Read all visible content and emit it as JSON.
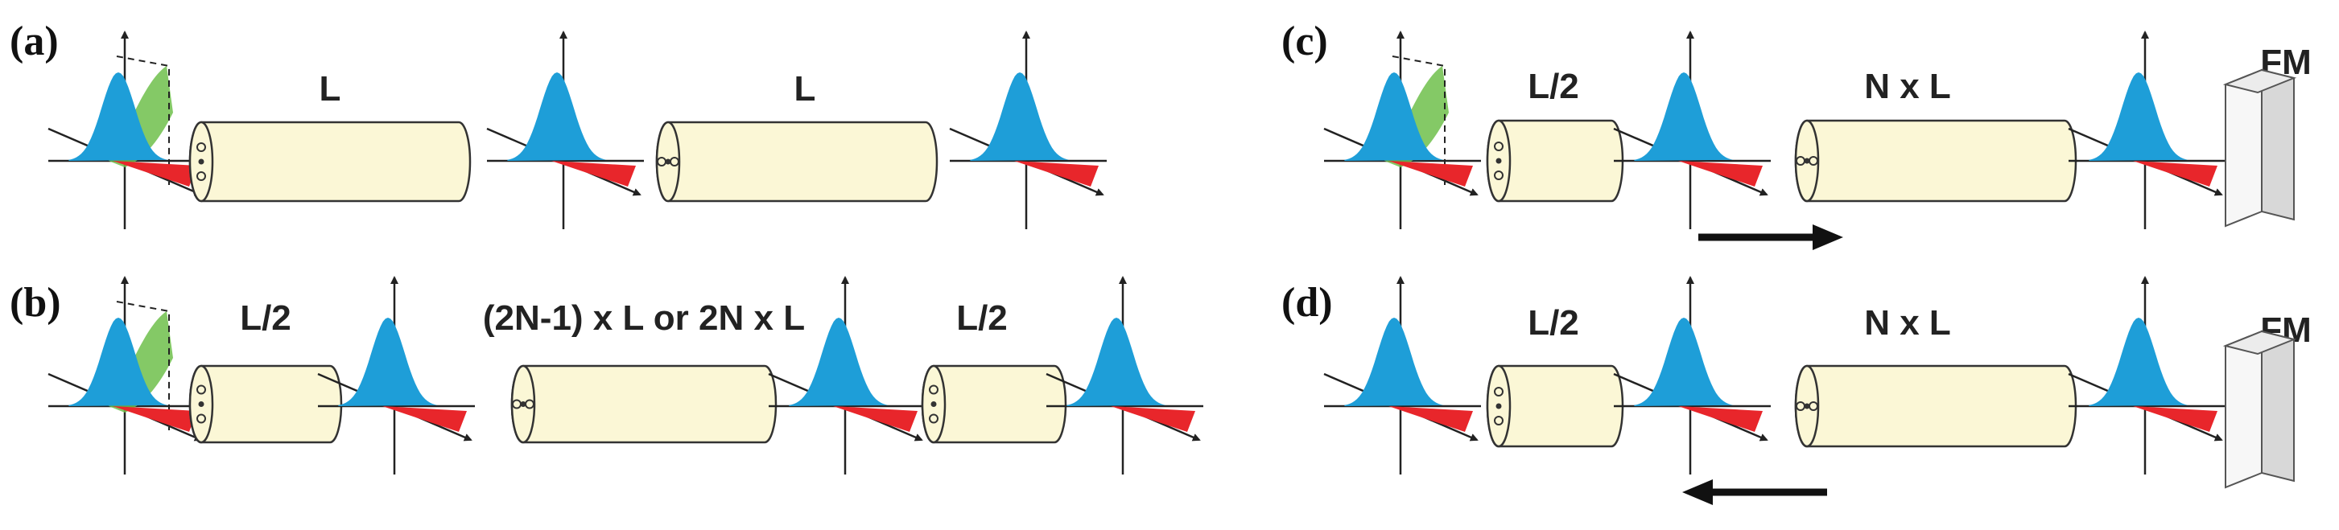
{
  "colors": {
    "fiber_fill": "#fbf7d6",
    "fiber_stroke": "#333333",
    "pulse_blue": "#1e9ed8",
    "pulse_red": "#e8262b",
    "pulse_green": "#6ec04b",
    "axis": "#222222",
    "mirror_front": "#f7f7f7",
    "mirror_side": "#d8d8d8"
  },
  "panels": [
    {
      "label": "(a)",
      "fibers": [
        "L",
        "L"
      ]
    },
    {
      "label": "(b)",
      "fibers": [
        "L/2",
        "(2N-1) x L or 2N x L",
        "L/2"
      ]
    },
    {
      "label": "(c)",
      "fibers": [
        "L/2",
        "N x L"
      ],
      "mirror": "FM",
      "direction": "forward"
    },
    {
      "label": "(d)",
      "fibers": [
        "L/2",
        "N x L"
      ],
      "mirror": "FM",
      "direction": "backward"
    }
  ]
}
